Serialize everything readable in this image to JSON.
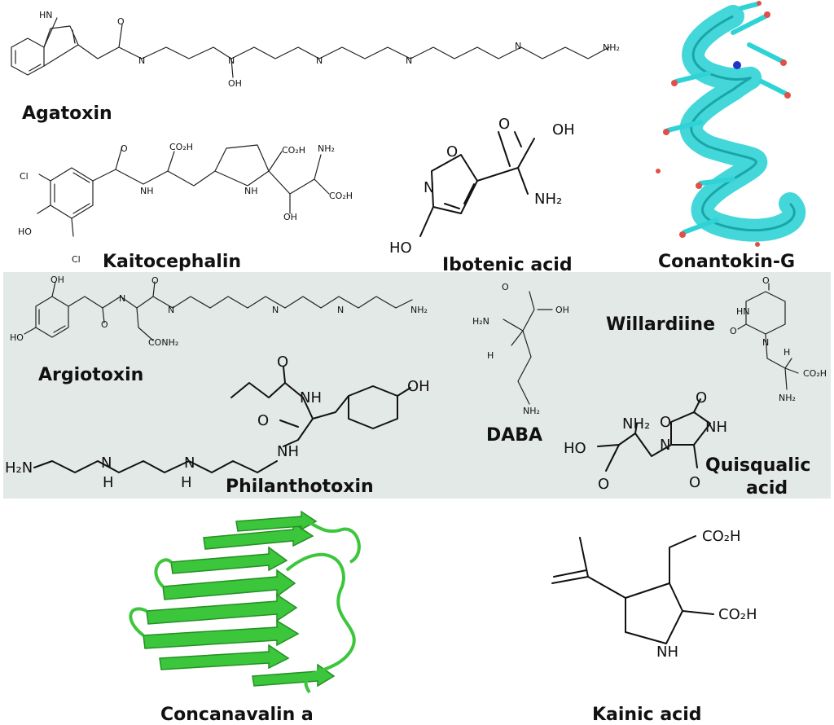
{
  "colors": {
    "panel": "#e3e9e7",
    "helix": "#2fd3d6",
    "barrel": "#3cc63c",
    "oxygen": "#e0504a",
    "nitrogen": "#2233cc"
  },
  "labels": {
    "agatoxin": "Agatoxin",
    "kaitocephalin": "Kaitocephalin",
    "ibotenic": "Ibotenic acid",
    "conantokin": "Conantokin-G",
    "argiotoxin": "Argiotoxin",
    "philanthotoxin": "Philanthotoxin",
    "daba": "DABA",
    "willardiine": "Willardiine",
    "quisqualic_1": "Quisqualic",
    "quisqualic_2": "acid",
    "concanavalin": "Concanavalin a",
    "kainic": "Kainic acid"
  },
  "atoms": {
    "hn": "HN",
    "n": "N",
    "h": "H",
    "o": "O",
    "oh": "OH",
    "ho": "HO",
    "nh": "NH",
    "nh2": "NH₂",
    "h2n": "H₂N",
    "co2h": "CO₂H",
    "cl": "Cl",
    "conh2": "CONH₂"
  }
}
